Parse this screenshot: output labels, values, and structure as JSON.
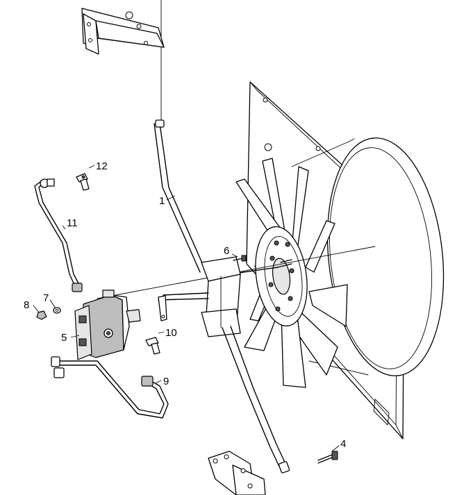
{
  "diagram": {
    "callouts": [
      {
        "id": "c1",
        "label": "1"
      },
      {
        "id": "c4",
        "label": "4"
      },
      {
        "id": "c5",
        "label": "5"
      },
      {
        "id": "c6",
        "label": "6"
      },
      {
        "id": "c7",
        "label": "7"
      },
      {
        "id": "c8",
        "label": "8"
      },
      {
        "id": "c9",
        "label": "9"
      },
      {
        "id": "c10",
        "label": "10"
      },
      {
        "id": "c11",
        "label": "11"
      },
      {
        "id": "c12",
        "label": "12"
      }
    ]
  }
}
